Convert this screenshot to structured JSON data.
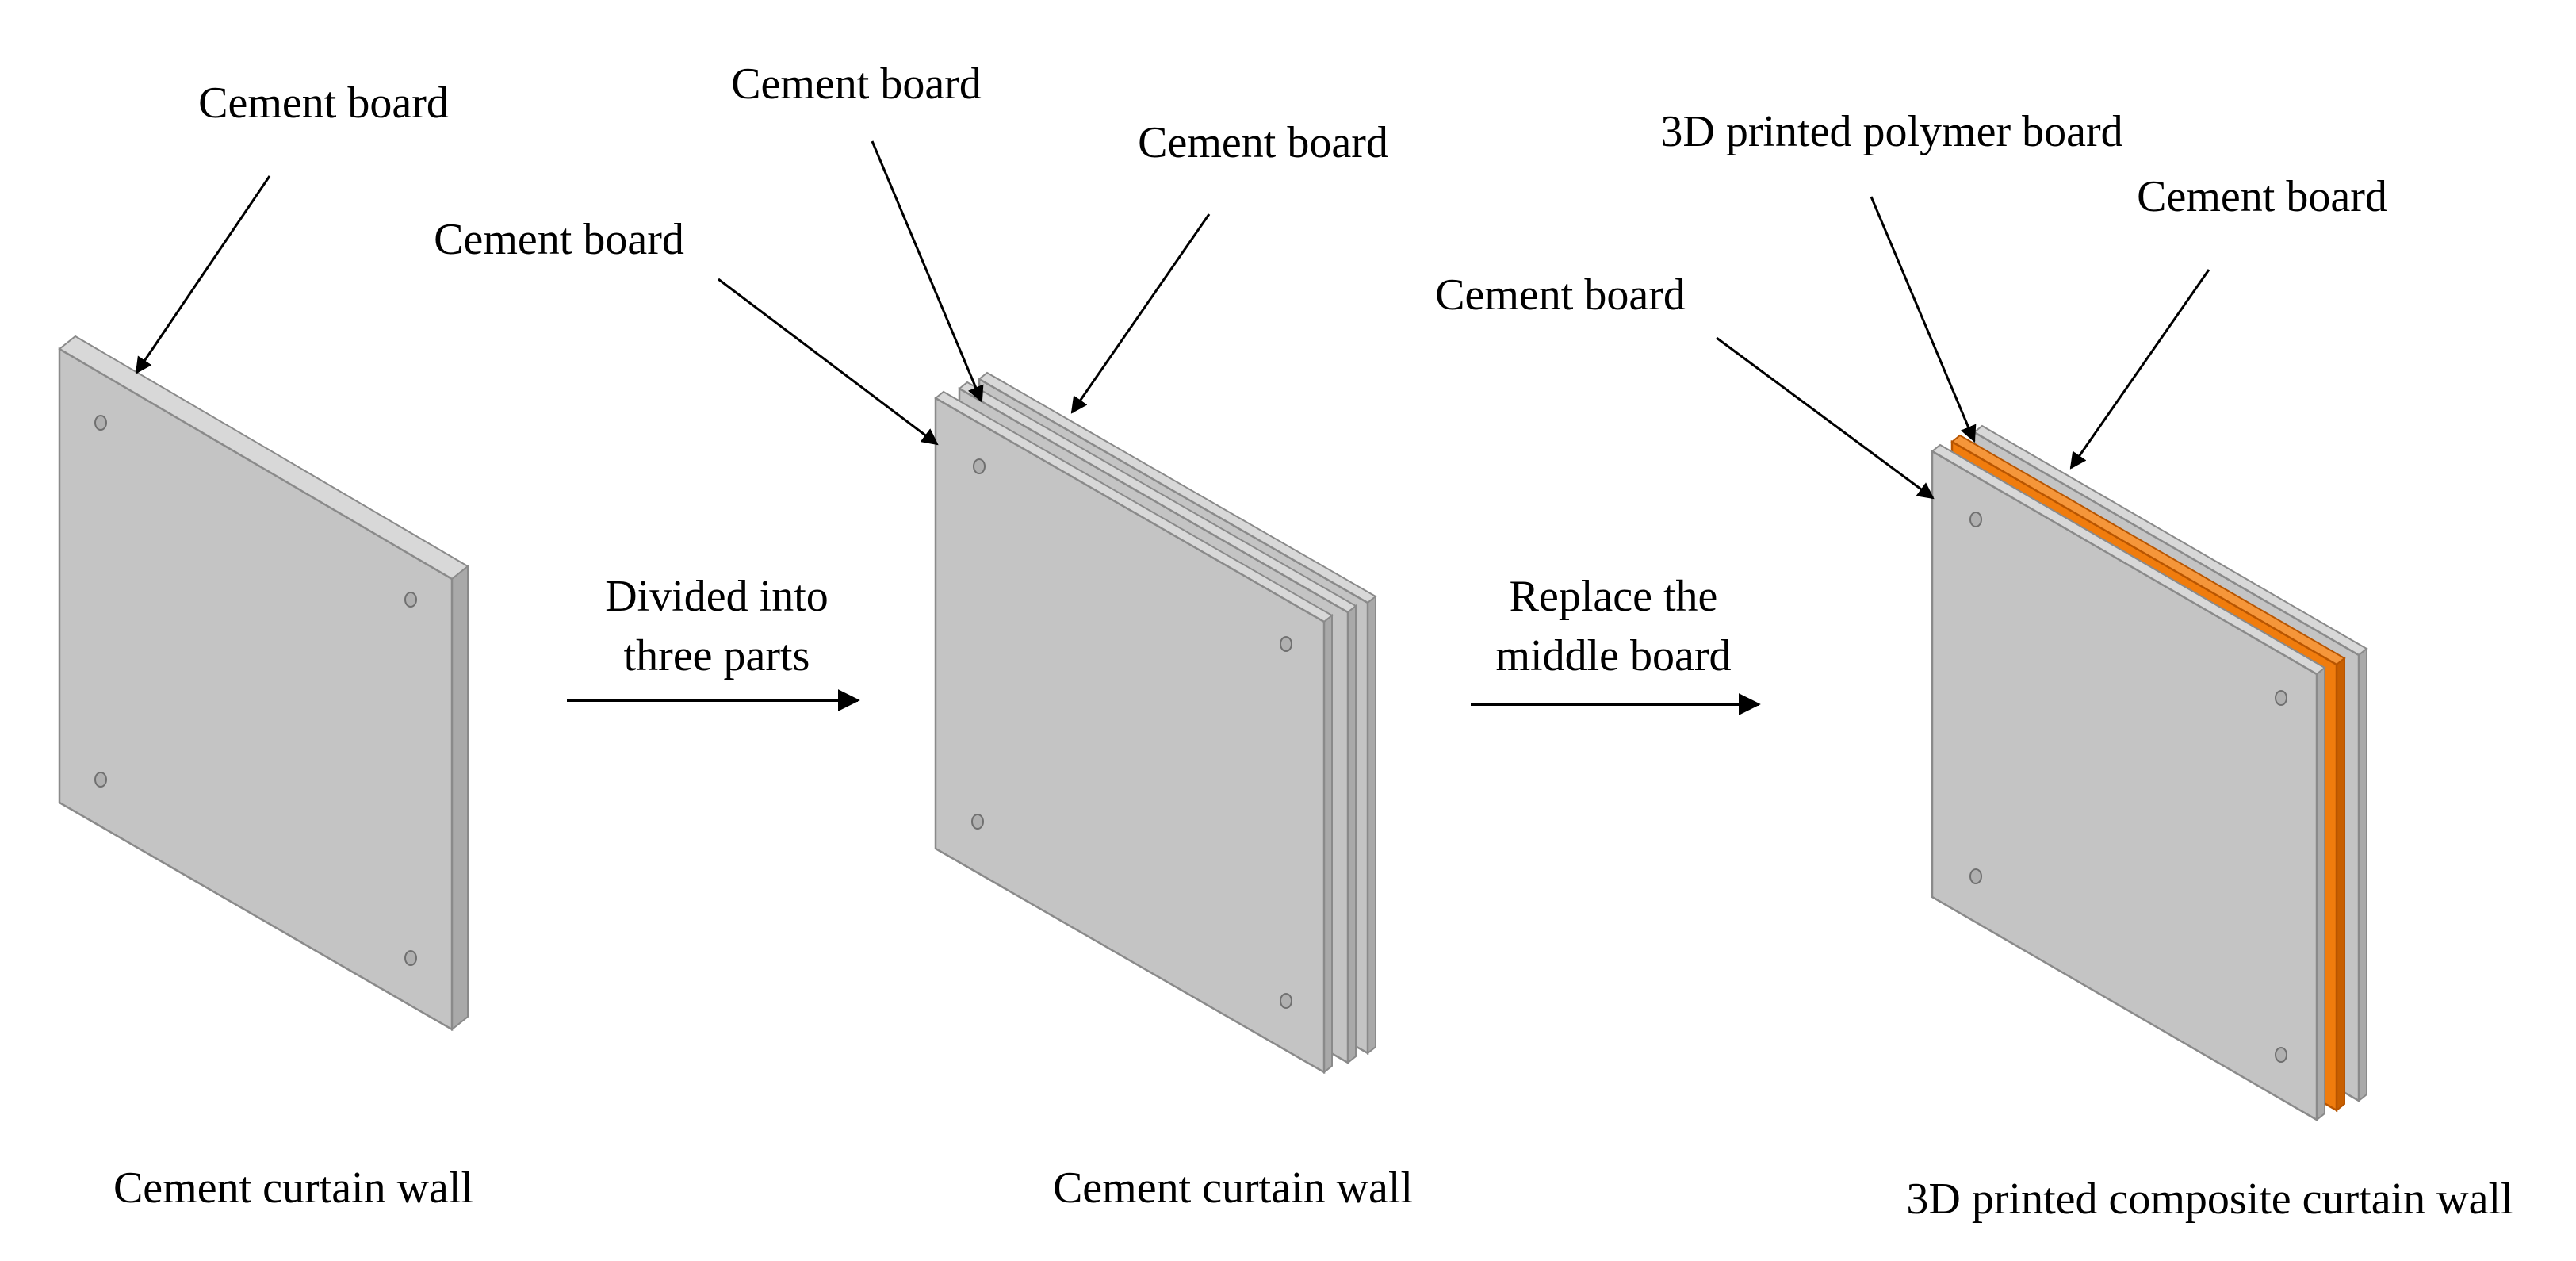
{
  "colors": {
    "board_face": "#c4c4c4",
    "board_top": "#d8d8d8",
    "board_side": "#a9a9a9",
    "board_edge": "#8a8a8a",
    "polymer_face": "#f07c0d",
    "polymer_side": "#c85f00",
    "arrow": "#000000",
    "text": "#000000"
  },
  "labels": {
    "wall1_board": "Cement board",
    "wall2_board_top": "Cement board",
    "wall2_board_right": "Cement board",
    "wall2_board_left": "Cement board",
    "wall3_polymer": "3D printed polymer board",
    "wall3_board_right": "Cement board",
    "wall3_board_left": "Cement board"
  },
  "steps": {
    "step1_line1": "Divided into",
    "step1_line2": "three parts",
    "step2_line1": "Replace the",
    "step2_line2": "middle board"
  },
  "captions": {
    "wall1": "Cement curtain wall",
    "wall2": "Cement curtain wall",
    "wall3": "3D printed composite curtain wall"
  }
}
